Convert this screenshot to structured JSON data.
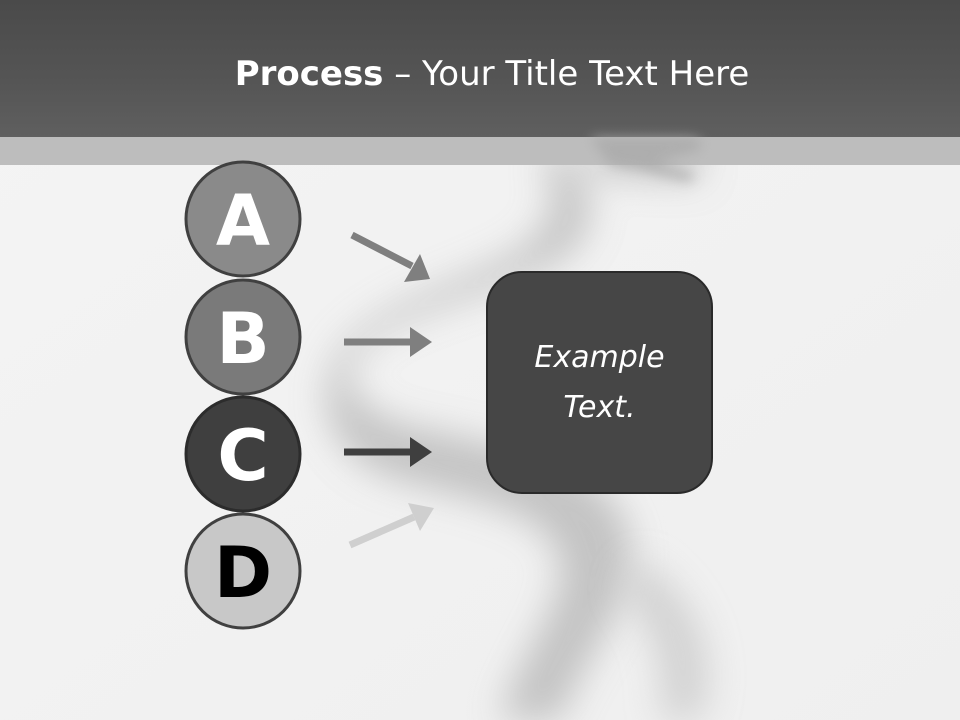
{
  "slide": {
    "title_bold": "Process",
    "title_rest": " – Your Title Text Here"
  },
  "steps": [
    {
      "letter": "A",
      "fill": "#8a8a8a",
      "text_color": "#ffffff",
      "arrow_color": "#7f7f7f"
    },
    {
      "letter": "B",
      "fill": "#7a7a7a",
      "text_color": "#ffffff",
      "arrow_color": "#7f7f7f"
    },
    {
      "letter": "C",
      "fill": "#3f3f3f",
      "text_color": "#ffffff",
      "arrow_color": "#3f3f3f"
    },
    {
      "letter": "D",
      "fill": "#c8c8c8",
      "text_color": "#000000",
      "arrow_color": "#cfcfcf"
    }
  ],
  "result": {
    "text": "Example Text."
  },
  "colors": {
    "header": "#4f4f4f",
    "band": "#bdbdbd",
    "background": "#f3f3f3",
    "circle_border": "#404040",
    "result_box": "#464646"
  }
}
